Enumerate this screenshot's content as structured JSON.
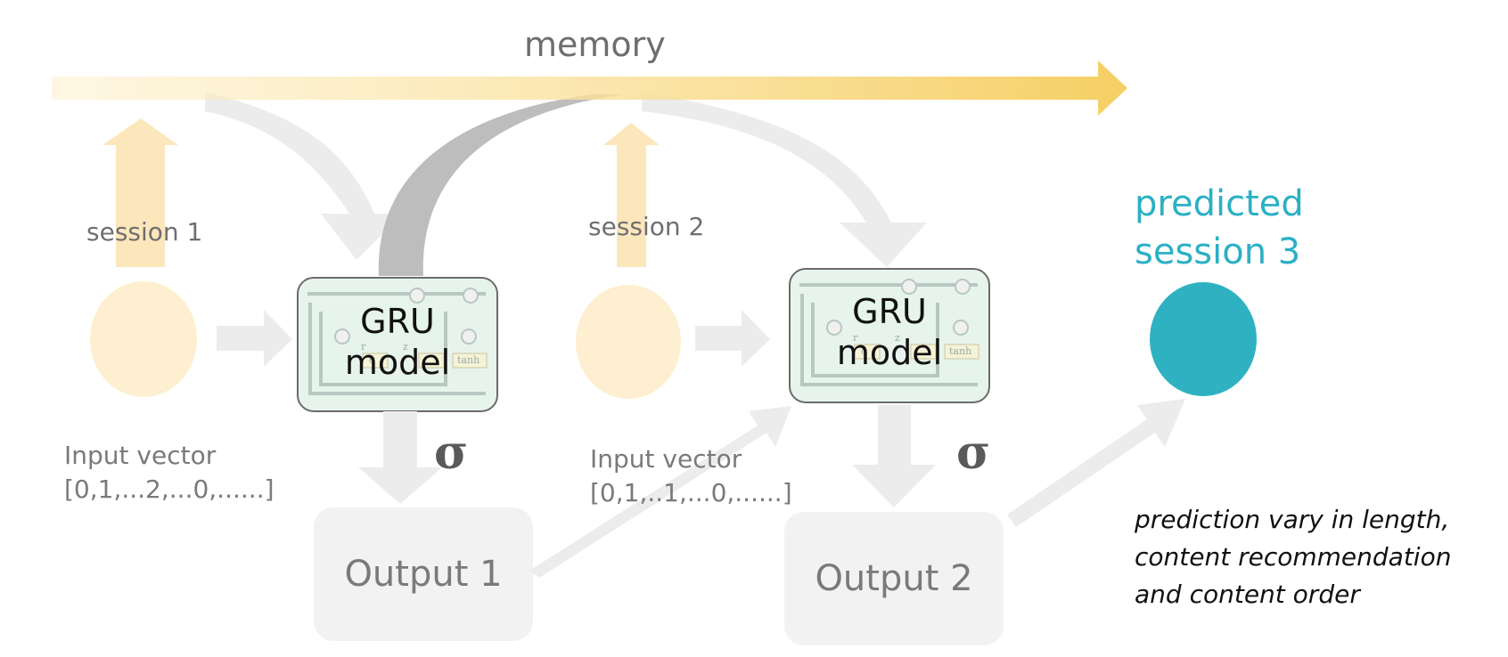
{
  "memory": {
    "label": "memory"
  },
  "sessions": [
    {
      "label": "session 1",
      "input_label": "Input vector",
      "input_value": "[0,1,...2,...0,......]"
    },
    {
      "label": "session 2",
      "input_label": "Input vector",
      "input_value": "[0,1,..1,...0,......]"
    }
  ],
  "gru": {
    "line1": "GRU",
    "line2": "model",
    "cell_labels": [
      "r",
      "z",
      "σ",
      "tanh"
    ]
  },
  "outputs": [
    "Output 1",
    "Output 2"
  ],
  "sigma": "σ",
  "prediction": {
    "line1": "predicted",
    "line2": "session 3"
  },
  "note": [
    "prediction  vary in length,",
    "content recommendation",
    "and content order"
  ],
  "colors": {
    "memory_arrow": "#f7d06a",
    "session_node": "#fdefcf",
    "predicted_node": "#2eb2c2",
    "prediction_text": "#2bb0c4",
    "gru_box": "#e6f4ec",
    "flow_arrow": "#ececec"
  }
}
